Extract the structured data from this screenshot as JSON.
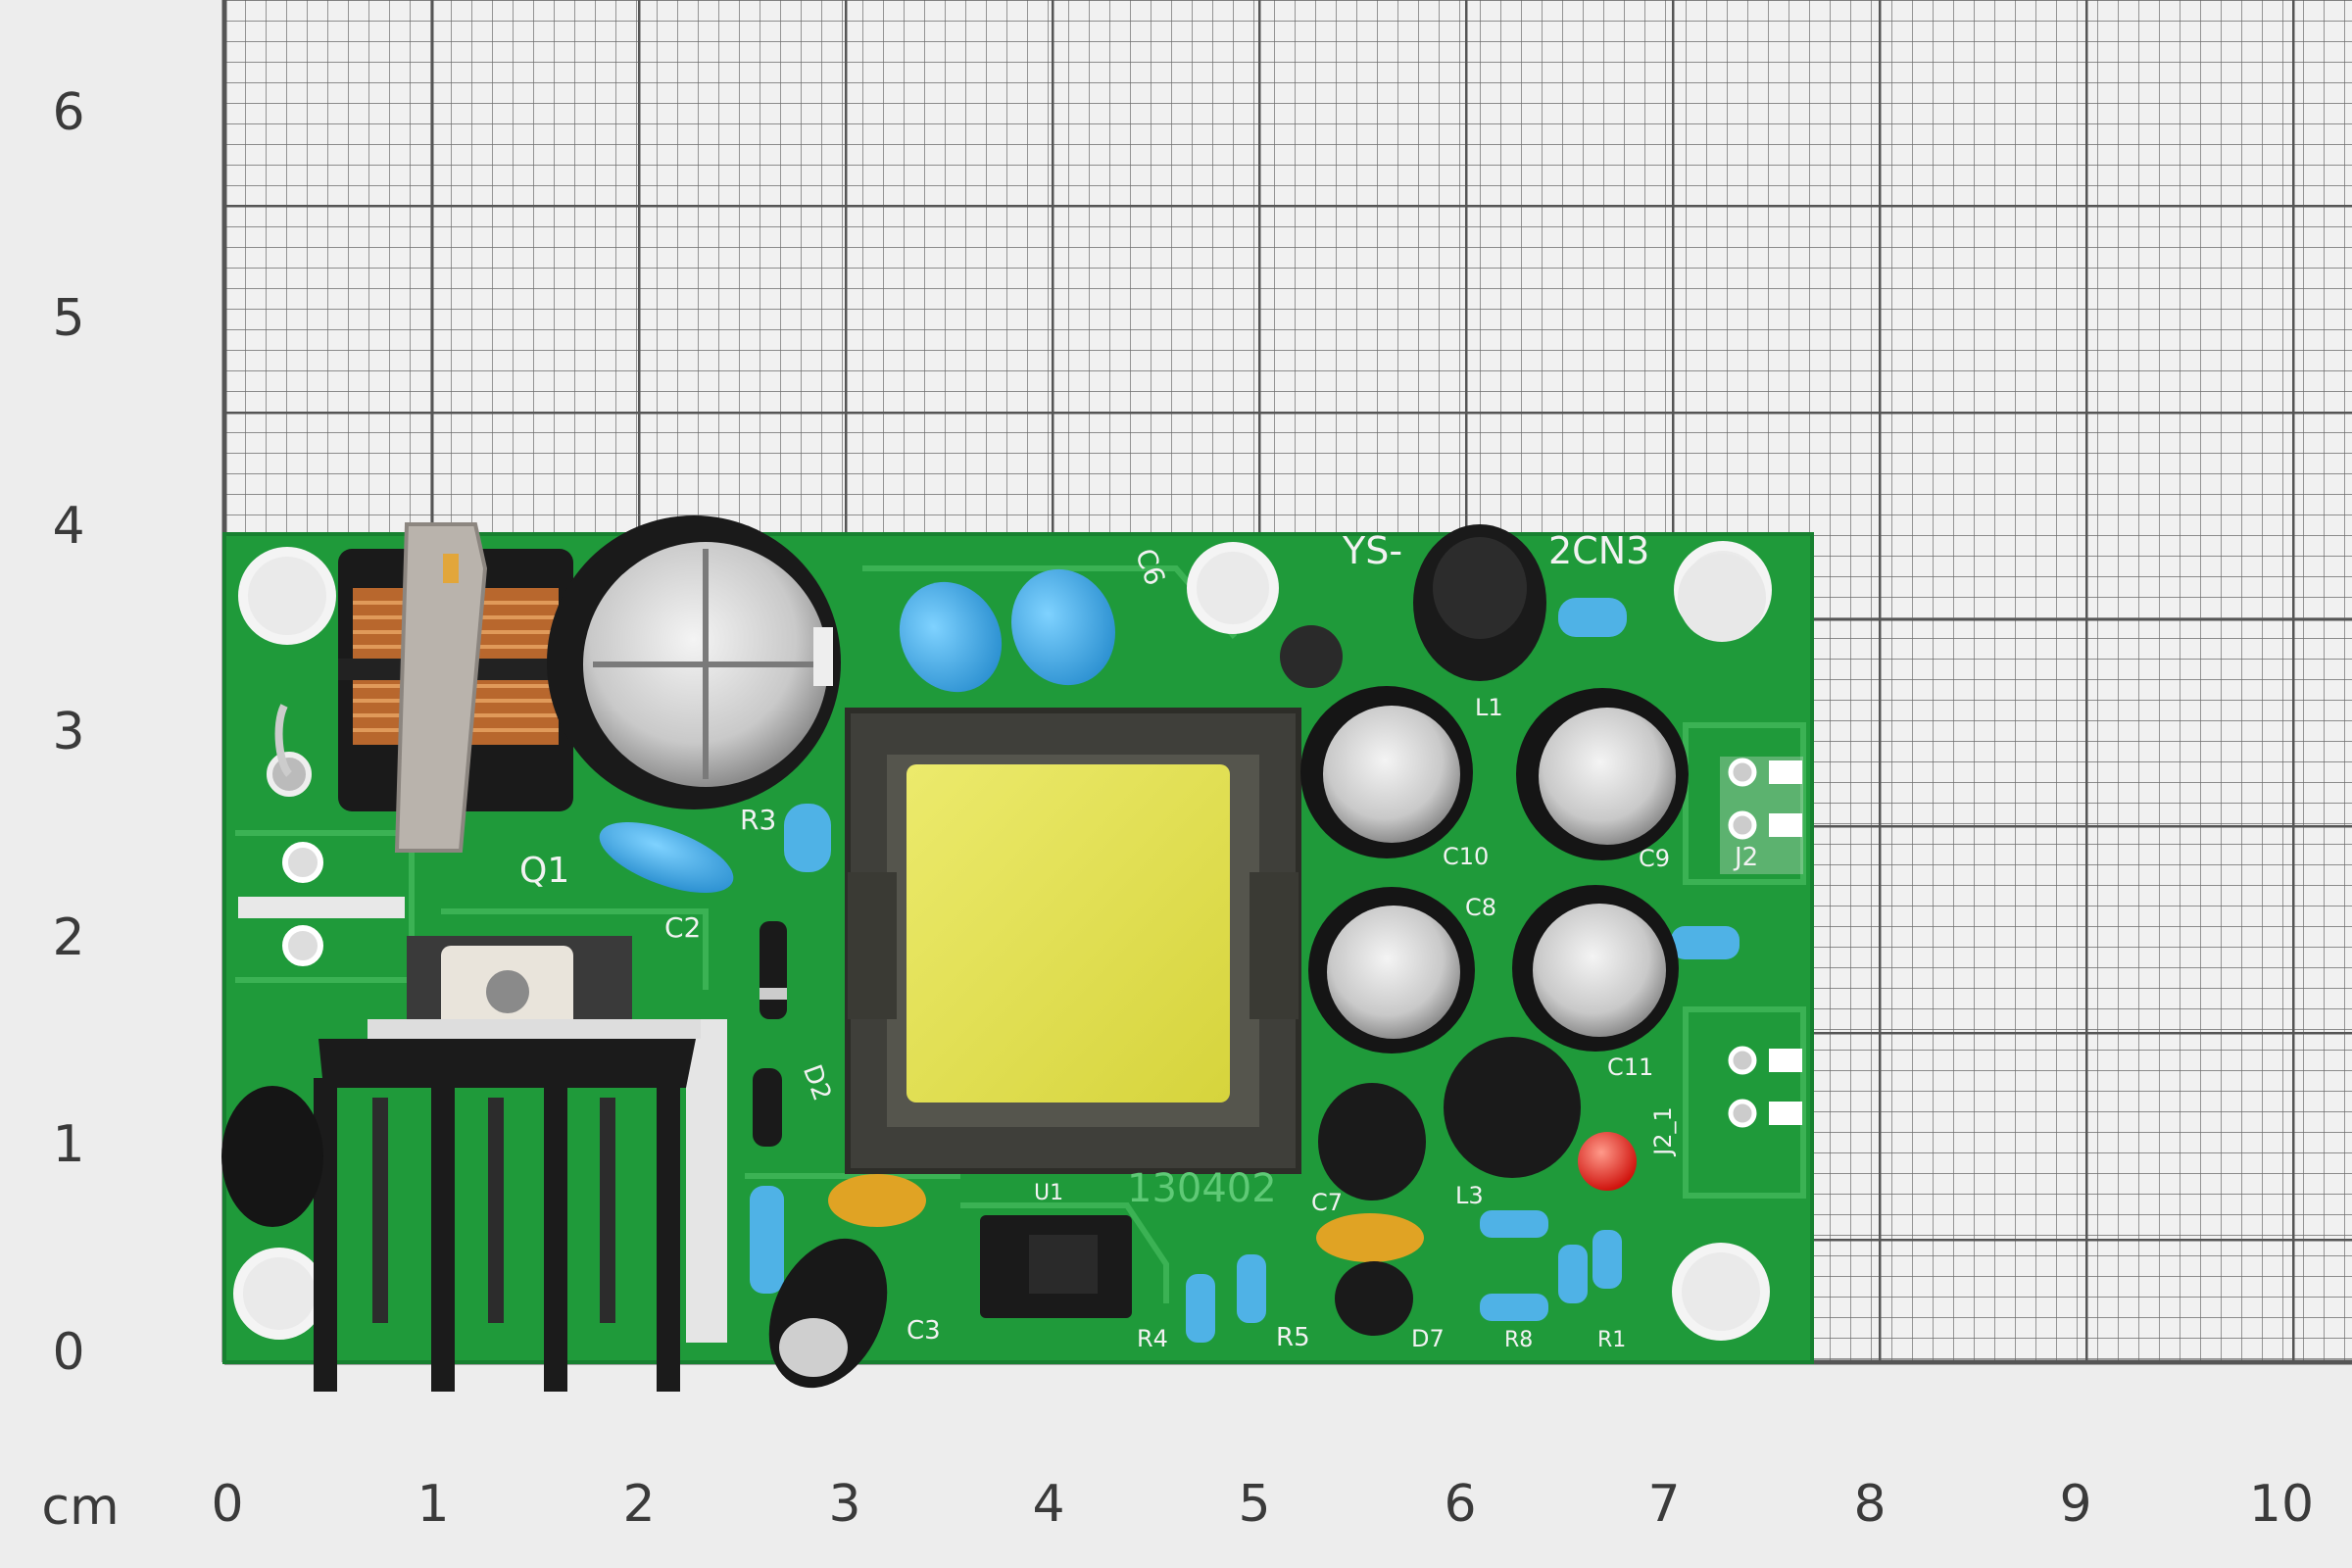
{
  "units_label": "cm",
  "x_axis_ticks": [
    "0",
    "1",
    "2",
    "3",
    "4",
    "5",
    "6",
    "7",
    "8",
    "9",
    "10"
  ],
  "y_axis_ticks": [
    "6",
    "5",
    "4",
    "3",
    "2",
    "1",
    "0"
  ],
  "pcb": {
    "silkscreen": {
      "model": "YS-",
      "model_suffix": "2CN3",
      "date_code": "130402",
      "q1": "Q1",
      "c2": "C2",
      "c3": "C3",
      "c6": "C6",
      "c7": "C7",
      "c8": "C8",
      "c9": "C9",
      "c10": "C10",
      "c11": "C11",
      "r1": "R1",
      "r3": "R3",
      "r4": "R4",
      "r5": "R5",
      "r8": "R8",
      "u1": "U1",
      "l1": "L1",
      "l3": "L3",
      "d2": "D2",
      "d7": "D7",
      "j2": "J2",
      "j2_1": "J2_1"
    }
  },
  "colors": {
    "grid_paper": "#ededed",
    "grid_line": "#555555",
    "pcb_green": "#1f9a3a",
    "transformer_yellow": "#e3e04a",
    "heatsink": "#1b1b1b",
    "led_red": "#e8221c"
  }
}
